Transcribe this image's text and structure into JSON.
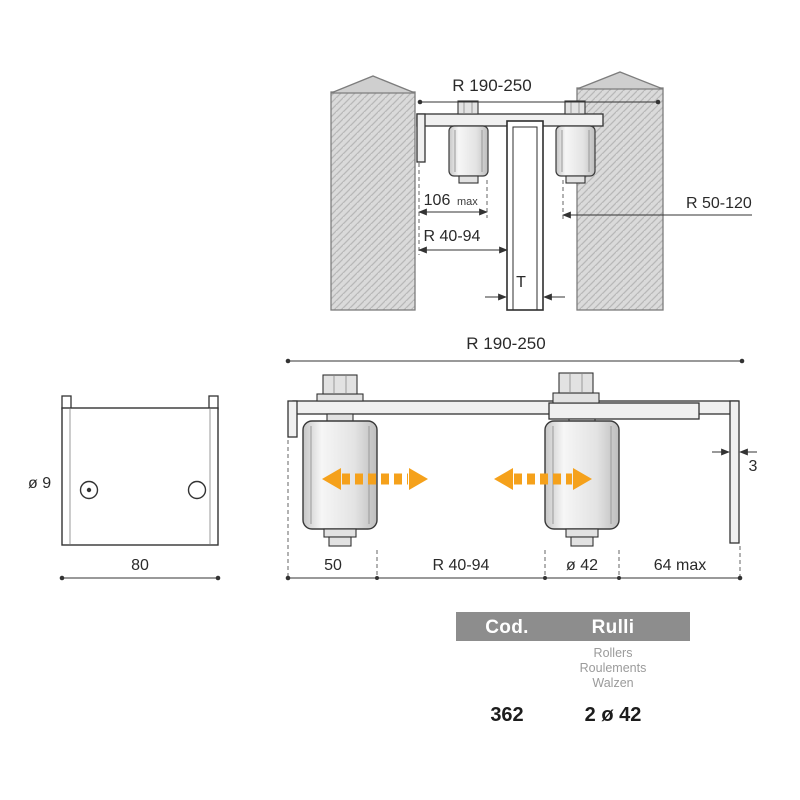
{
  "colors": {
    "accent_orange": "#F5A11B",
    "post_fill": "#DADADA",
    "hatch_line": "#B8B8B8",
    "outline": "#333333",
    "table_header_bg": "#8D8D8D",
    "table_header_text": "#FFFFFF",
    "muted_text": "#9B9B9B"
  },
  "front_view": {
    "dim_width": "R 190-250",
    "dim_offset": "106",
    "dim_offset_suffix": "max",
    "dim_adjust": "R 40-94",
    "dim_right": "R 50-120",
    "thickness_label": "T"
  },
  "side_view": {
    "dim_width": "R 190-250",
    "dim_left": "50",
    "dim_adjust": "R 40-94",
    "dim_diameter": "ø 42",
    "dim_right": "64 max",
    "dim_flange": "3"
  },
  "plate_view": {
    "dim_hole": "ø 9",
    "dim_width": "80"
  },
  "table": {
    "headers": [
      {
        "label": "Cod."
      },
      {
        "label": "Rulli",
        "subs": [
          "Rollers",
          "Roulements",
          "Walzen"
        ]
      }
    ],
    "rows": [
      {
        "cod": "362",
        "rulli": "2 ø 42"
      }
    ]
  }
}
